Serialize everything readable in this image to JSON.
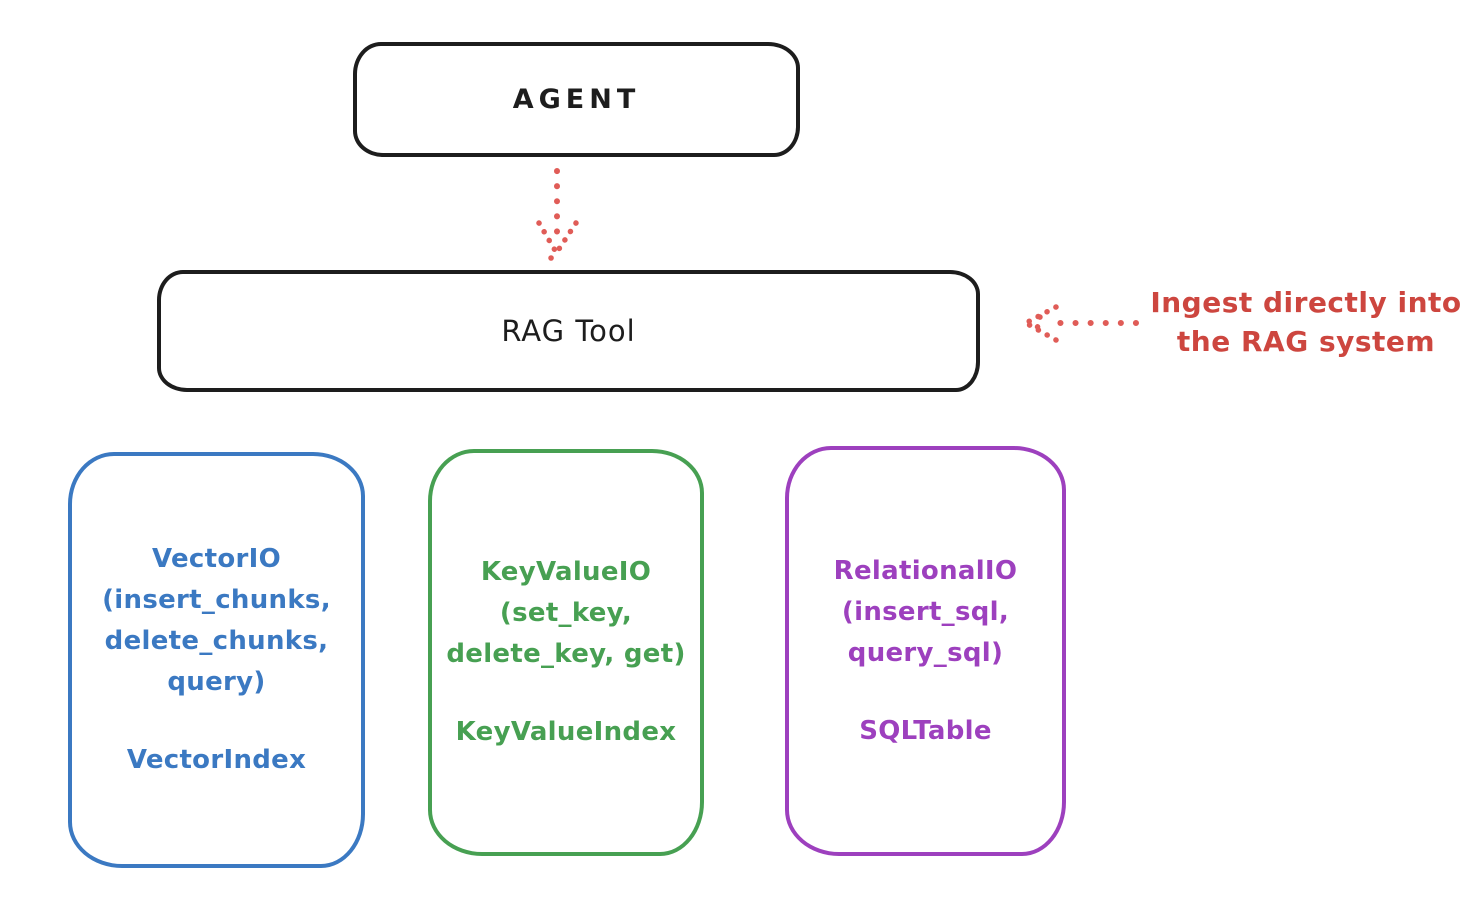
{
  "agent": {
    "label": "AGENT"
  },
  "rag_tool": {
    "label": "RAG Tool"
  },
  "annotation": {
    "line1": "Ingest directly into",
    "line2": "the RAG system"
  },
  "backends": [
    {
      "name": "VectorIO",
      "color": "#3b79c2",
      "line1": "VectorIO",
      "line2": "(insert_chunks,",
      "line3": "delete_chunks,",
      "line4": "query)",
      "index": "VectorIndex"
    },
    {
      "name": "KeyValueIO",
      "color": "#47a052",
      "line1": "KeyValueIO",
      "line2": "(set_key,",
      "line3": "delete_key, get)",
      "index": "KeyValueIndex"
    },
    {
      "name": "RelationalIO",
      "color": "#9d40be",
      "line1": "RelationalIO",
      "line2": "(insert_sql,",
      "line3": "query_sql)",
      "index": "SQLTable"
    }
  ],
  "colors": {
    "stroke_black": "#1d1d1d",
    "arrow_red": "#e05c57",
    "annotation_red": "#cd463f",
    "background": "#ffffff"
  }
}
